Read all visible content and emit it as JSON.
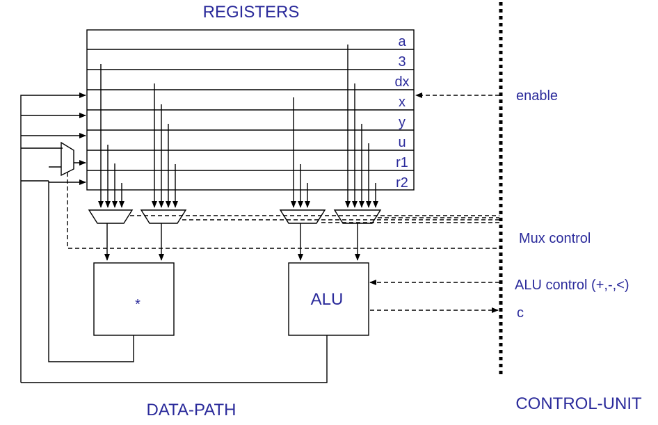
{
  "titles": {
    "registers": "REGISTERS",
    "datapath": "DATA-PATH",
    "control_unit": "CONTROL-UNIT"
  },
  "registers": [
    "a",
    "3",
    "dx",
    "x",
    "y",
    "u",
    "r1",
    "r2"
  ],
  "blocks": {
    "multiplier": "*",
    "alu": "ALU"
  },
  "signals": {
    "enable": "enable",
    "mux_control": "Mux control",
    "alu_control": "ALU control (+,-,<)",
    "condition": "c"
  }
}
